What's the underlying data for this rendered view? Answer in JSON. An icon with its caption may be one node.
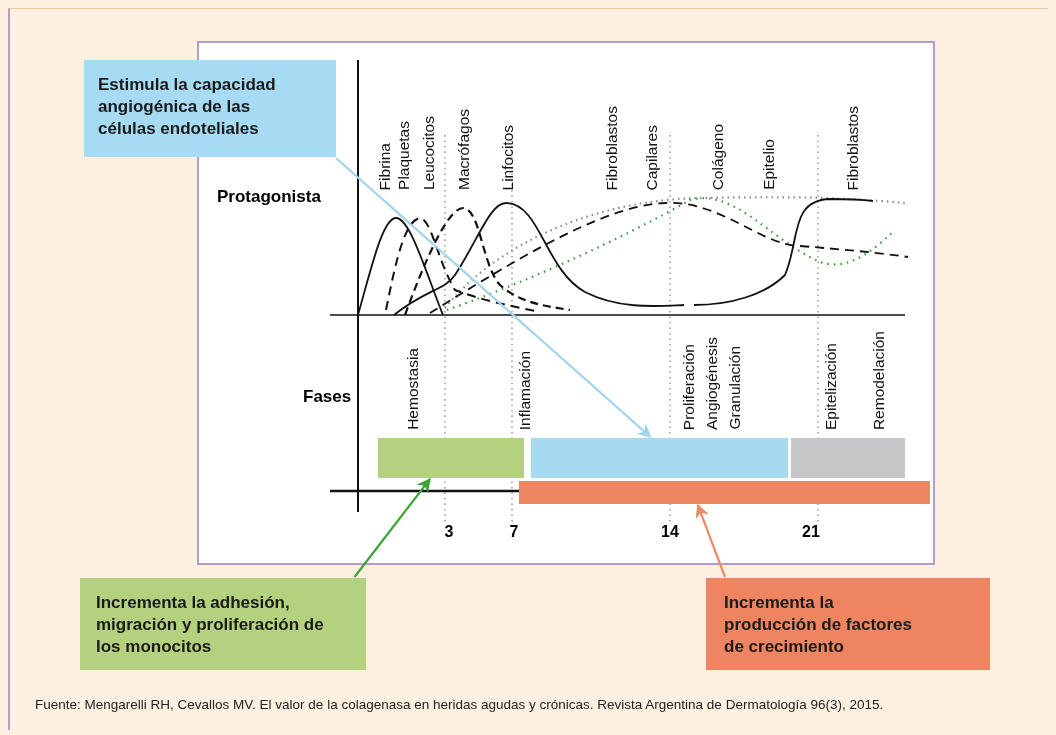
{
  "diagram": {
    "caption": "Fuente: Mengarelli RH, Cevallos MV. El valor de la colagenasa en heridas agudas y crónicas. Revista Argentina de Dermatología 96(3), 2015.",
    "nodes": [
      {
        "text": [
          "Estimula la capacidad angiogénica de las células endoteliales"
        ]
      },
      {
        "text": [],
        "shape": "bar"
      },
      {
        "text": [],
        "shape": "bar"
      },
      {
        "text": [],
        "shape": "bar"
      },
      {
        "text": [],
        "shape": "bar"
      },
      {
        "text": [
          "Incrementa la adhesión, migración y proliferación de los monocitos"
        ]
      },
      {
        "text": [
          "Incrementa la producción de factores de crecimiento"
        ]
      }
    ],
    "edges": [
      {
        "from": 0,
        "to": 2,
        "arrow": "to",
        "color": "#9fd4ef"
      },
      {
        "from": 5,
        "to": 1,
        "arrow": "to",
        "color": "#3aa435"
      },
      {
        "from": 6,
        "to": 4,
        "arrow": "to",
        "color": "#ea8a68"
      }
    ],
    "labels": [
      "Fibrina",
      "Plaquetas",
      "Leucocitos",
      "Macrófagos",
      "Linfocitos",
      "Fibroblastos",
      "Capilares",
      "Colágeno",
      "Epitelio",
      "Fibroblastos",
      "Protagonista",
      "Hemostasia",
      "Inflamación",
      "Proliferación",
      "Angiogénesis",
      "Granulación",
      "Epitelización",
      "Remodelación",
      "Fases",
      "3",
      "7",
      "14",
      "21"
    ]
  }
}
